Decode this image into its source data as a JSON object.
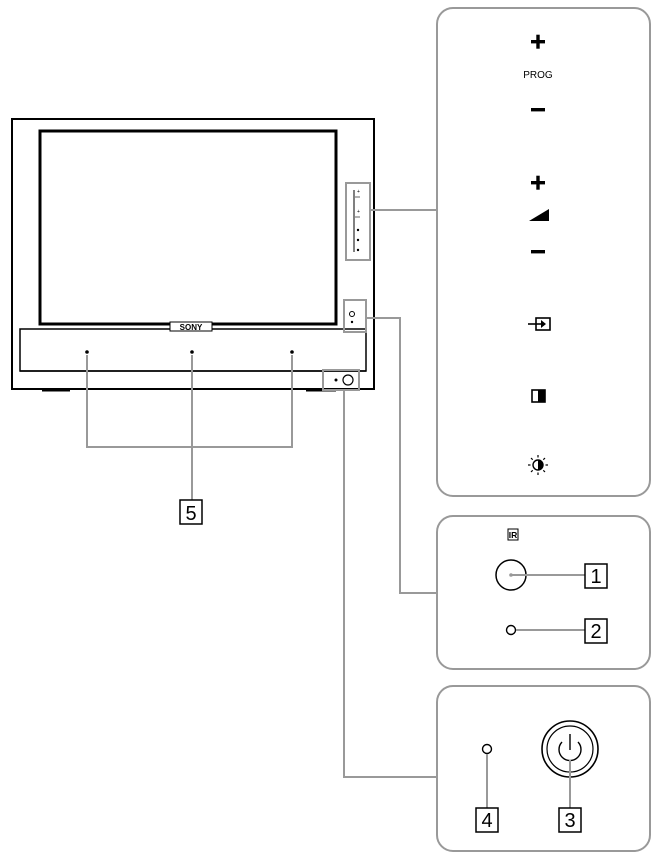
{
  "panel": {
    "prog_label": "PROG",
    "plus": "+",
    "minus": "−"
  },
  "tv": {
    "brand": "SONY"
  },
  "ir": {
    "symbol": "IR"
  },
  "callouts": {
    "c1": "1",
    "c2": "2",
    "c3": "3",
    "c4": "4",
    "c5": "5"
  },
  "icons": [
    "plus-icon",
    "prog-label",
    "minus-icon",
    "plus-icon",
    "volume-icon",
    "minus-icon",
    "input-icon",
    "display-mode-icon",
    "brightness-icon",
    "ir-sensor-icon",
    "power-button-icon",
    "power-indicator-icon"
  ],
  "colors": {
    "line": "#000000",
    "panel_border": "#999999",
    "led_bar": "#999999"
  }
}
